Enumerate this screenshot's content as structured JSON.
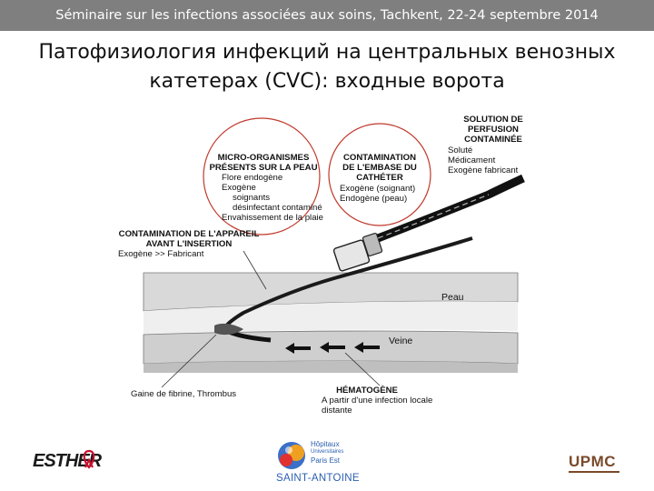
{
  "header": {
    "banner": "Séminaire sur les infections associées aux soins, Tachkent, 22-24 septembre 2014",
    "title_line1": "Патофизиология инфекций на центральных венозных",
    "title_line2": "катетерах (CVC): входные ворота"
  },
  "diagram": {
    "solution": {
      "title1": "SOLUTION DE",
      "title2": "PERFUSION",
      "title3": "CONTAMINÉE",
      "item1": "Soluté",
      "item2": "Médicament",
      "item3": "Exogène fabricant"
    },
    "micro": {
      "title1": "MICRO-ORGANISMES",
      "title2": "PRÉSENTS SUR LA PEAU",
      "item1": "Flore endogène",
      "item2": "Exogène",
      "item3": "soignants",
      "item4": "désinfectant contaminé",
      "item5": "Envahissement de la plaie"
    },
    "embase": {
      "title1": "CONTAMINATION",
      "title2": "DE L'EMBASE DU",
      "title3": "CATHÉTER",
      "item1": "Exogène (soignant)",
      "item2": "Endogène (peau)"
    },
    "appareil": {
      "title1": "CONTAMINATION DE L'APPAREIL",
      "title2": "AVANT L'INSERTION",
      "item1": "Exogène >> Fabricant"
    },
    "peau": "Peau",
    "veine": "Veine",
    "gaine": "Gaine de fibrine, Thrombus",
    "hematogene": {
      "title": "HÉMATOGÈNE",
      "line1": "A partir d'une infection locale",
      "line2": "distante"
    }
  },
  "logos": {
    "esther": "ESTHER",
    "hopitaux1": "Hôpitaux",
    "hopitaux2": "Universitaires",
    "hopitaux3": "Paris Est",
    "saint_antoine": "SAINT-ANTOINE",
    "upmc": "UPMC",
    "colors": {
      "esther_red": "#c8102e",
      "saint_antoine_blue": "#2a5fb0",
      "upmc_brown": "#7a4a2a"
    }
  }
}
